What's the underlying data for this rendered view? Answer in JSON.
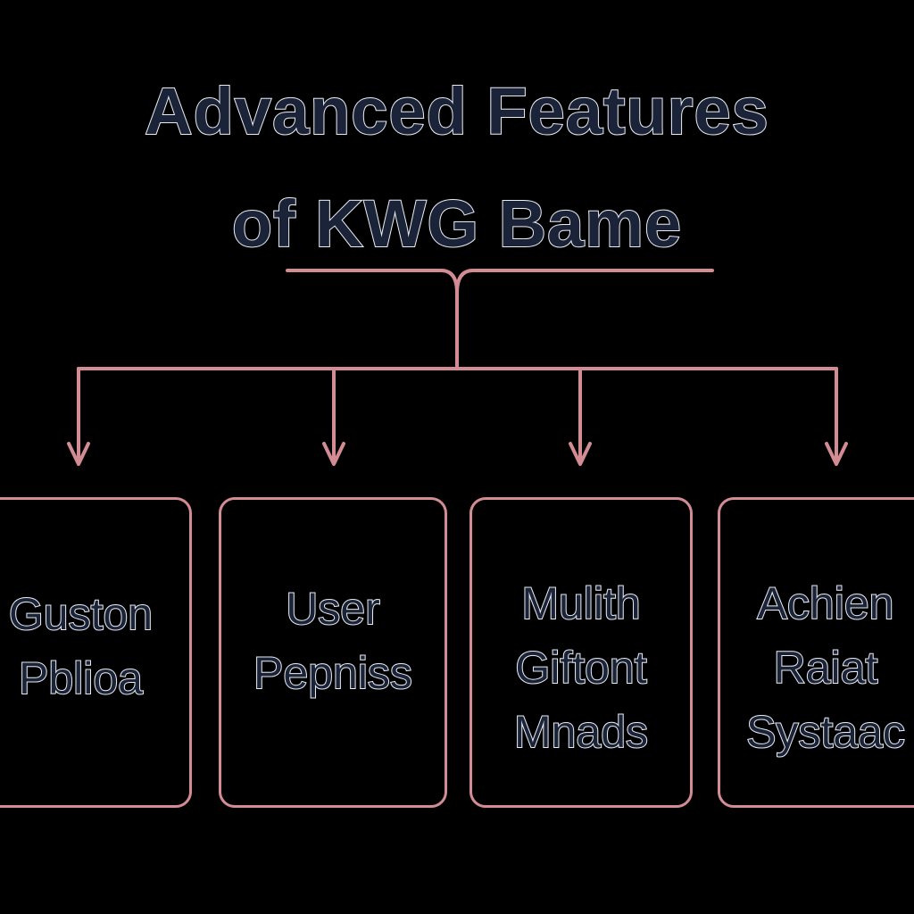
{
  "title": {
    "line1": "Advanced Features",
    "line2": "of KWG Bame"
  },
  "colors": {
    "background": "#000000",
    "connector": "#d48c94",
    "text_fill": "#1b2338",
    "text_outline": "#e9ecf2"
  },
  "boxes": [
    {
      "lines": [
        "Guston",
        "Pblioa"
      ]
    },
    {
      "lines": [
        "User",
        "Pepniss"
      ]
    },
    {
      "lines": [
        "Mulith",
        "Giftont",
        "Mnads"
      ]
    },
    {
      "lines": [
        "Achien",
        "Raiat",
        "Systaac"
      ]
    }
  ]
}
